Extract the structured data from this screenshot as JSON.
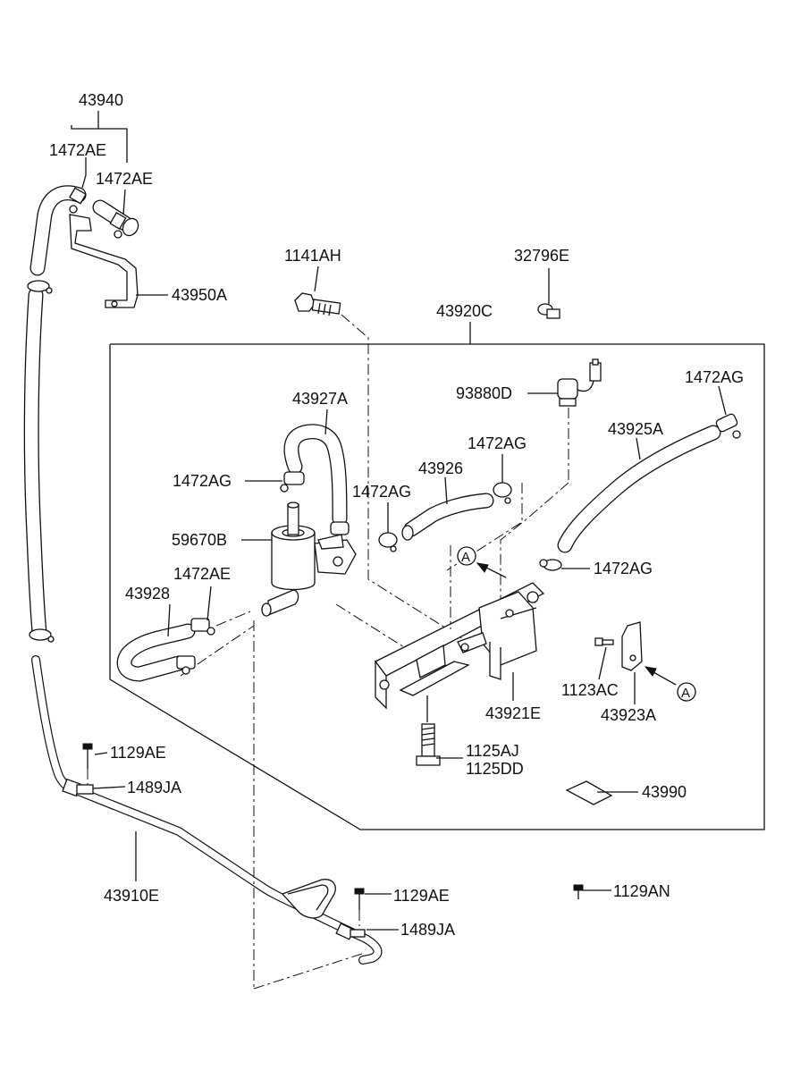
{
  "diagram": {
    "labels": {
      "p43940": "43940",
      "p1472AE_a": "1472AE",
      "p1472AE_b": "1472AE",
      "p43950A": "43950A",
      "p1141AH": "1141AH",
      "p32796E": "32796E",
      "p43920C": "43920C",
      "p93880D": "93880D",
      "p1472AG_a": "1472AG",
      "p43927A": "43927A",
      "p43925A": "43925A",
      "p1472AG_b": "1472AG",
      "p43926": "43926",
      "p1472AG_c": "1472AG",
      "p1472AG_d": "1472AG",
      "p59670B": "59670B",
      "p1472AG_e": "1472AG",
      "p43928": "43928",
      "p1472AE_c": "1472AE",
      "p43921E": "43921E",
      "p1123AC": "1123AC",
      "p43923A": "43923A",
      "p1125AJ": "1125AJ",
      "p1125DD": "1125DD",
      "p43990": "43990",
      "p1129AE_a": "1129AE",
      "p1489JA_a": "1489JA",
      "p43910E": "43910E",
      "p1129AE_b": "1129AE",
      "p1489JA_b": "1489JA",
      "p1129AN": "1129AN",
      "refA_1": "A",
      "refA_2": "A"
    }
  }
}
